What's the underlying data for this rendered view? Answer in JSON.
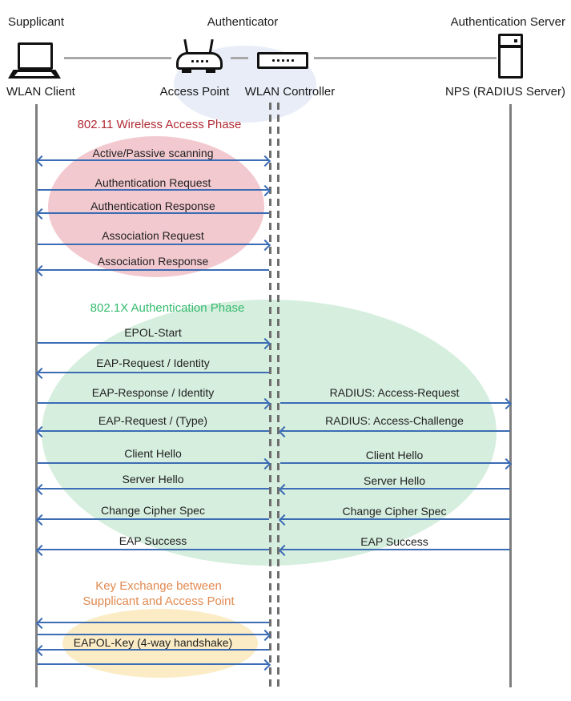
{
  "header": {
    "roles": [
      "Supplicant",
      "Authenticator",
      "Authentication Server"
    ],
    "devices": [
      "WLAN Client",
      "Access Point",
      "WLAN Controller",
      "NPS (RADIUS Server)"
    ]
  },
  "phases": [
    {
      "title": "802.11 Wireless Access Phase"
    },
    {
      "title": "802.1X Authentication Phase"
    },
    {
      "title_line1": "Key Exchange between",
      "title_line2": "Supplicant and Access Point"
    }
  ],
  "messages": {
    "left": [
      {
        "label": "Active/Passive scanning",
        "direction": "both"
      },
      {
        "label": "Authentication Request",
        "direction": "right"
      },
      {
        "label": "Authentication Response",
        "direction": "left"
      },
      {
        "label": "Association Request",
        "direction": "right"
      },
      {
        "label": "Association Response",
        "direction": "left"
      },
      {
        "label": "EPOL-Start",
        "direction": "right"
      },
      {
        "label": "EAP-Request / Identity",
        "direction": "left"
      },
      {
        "label": "EAP-Response / Identity",
        "direction": "right"
      },
      {
        "label": "EAP-Request / (Type)",
        "direction": "left"
      },
      {
        "label": "Client Hello",
        "direction": "right"
      },
      {
        "label": "Server Hello",
        "direction": "left"
      },
      {
        "label": "Change Cipher Spec",
        "direction": "left"
      },
      {
        "label": "EAP Success",
        "direction": "left"
      },
      {
        "label": "",
        "direction": "left"
      },
      {
        "label": "",
        "direction": "right"
      },
      {
        "label": "EAPOL-Key (4-way handshake)",
        "direction": "left"
      },
      {
        "label": "",
        "direction": "right"
      }
    ],
    "right": [
      {
        "label": "RADIUS: Access-Request",
        "direction": "right"
      },
      {
        "label": "RADIUS: Access-Challenge",
        "direction": "left"
      },
      {
        "label": "Client Hello",
        "direction": "right"
      },
      {
        "label": "Server Hello",
        "direction": "left"
      },
      {
        "label": "Change Cipher Spec",
        "direction": "left"
      },
      {
        "label": "EAP Success",
        "direction": "left"
      }
    ]
  },
  "colors": {
    "arrow": "#3b6cb4",
    "line": "#7f7f7f",
    "dash": "#6e6e6e",
    "icon": "#111111",
    "red_title": "#b02a33",
    "green_title": "#35bb6e",
    "orange_title": "#e18a50",
    "red_fill": "#f2c9cf",
    "green_fill": "#d6eede",
    "orange_fill": "#fbecc5",
    "blue_fill": "#e9edf8"
  }
}
